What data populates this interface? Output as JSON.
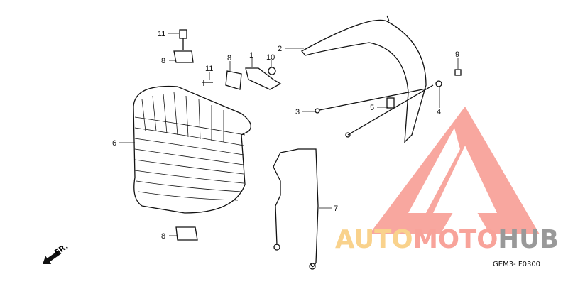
{
  "diagram": {
    "callouts": [
      {
        "id": "c11a",
        "label": "11"
      },
      {
        "id": "c8a",
        "label": "8"
      },
      {
        "id": "c11b",
        "label": "11"
      },
      {
        "id": "c8b",
        "label": "8"
      },
      {
        "id": "c1",
        "label": "1"
      },
      {
        "id": "c10",
        "label": "10"
      },
      {
        "id": "c2",
        "label": "2"
      },
      {
        "id": "c9",
        "label": "9"
      },
      {
        "id": "c3",
        "label": "3"
      },
      {
        "id": "c5",
        "label": "5"
      },
      {
        "id": "c4",
        "label": "4"
      },
      {
        "id": "c6",
        "label": "6"
      },
      {
        "id": "c7",
        "label": "7"
      },
      {
        "id": "c8c",
        "label": "8"
      }
    ],
    "front_arrow_label": "FR.",
    "diagram_code": "GEM3- F0300"
  },
  "watermark": {
    "part1": "AUTO",
    "part2": "MOTO",
    "part3": "HUB",
    "colors": {
      "auto": "#f9d28c",
      "moto": "#f8a39a",
      "hub": "#999999",
      "triangle": "#f8a39a"
    }
  }
}
